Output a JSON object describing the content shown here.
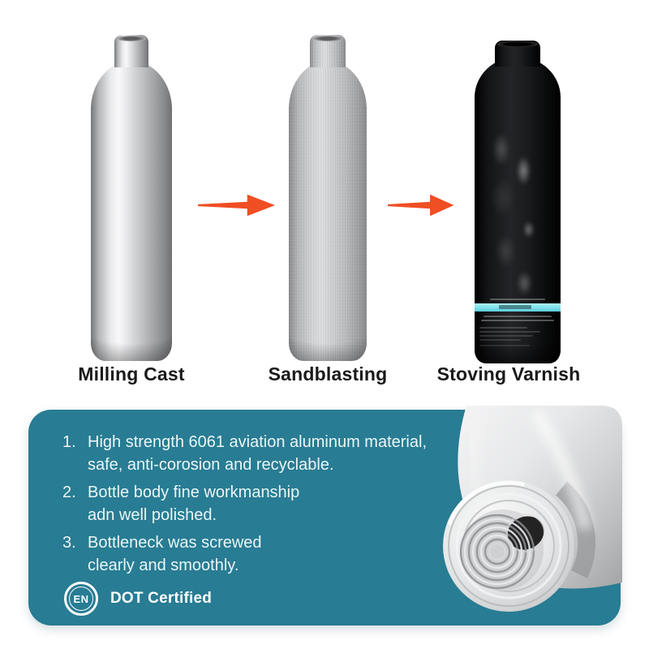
{
  "colors": {
    "panel_teal": "#287c93",
    "arrow_orange": "#f04e23",
    "band_cyan": "#7fe0ea",
    "stage_label_text": "#1a1a1a",
    "panel_text": "#eaf6f7"
  },
  "stages": [
    {
      "label": "Milling Cast",
      "finish": "polished-aluminum"
    },
    {
      "label": "Sandblasting",
      "finish": "sandblasted-aluminum"
    },
    {
      "label": "Stoving Varnish",
      "finish": "gloss-black-varnish"
    }
  ],
  "icons": {
    "process_arrow": "arrow-right-icon",
    "certification_logo": "EN"
  },
  "panel": {
    "features": [
      {
        "num": "1.",
        "lines": [
          "High strength 6061 aviation aluminum material,",
          "safe, anti-corosion and recyclable."
        ]
      },
      {
        "num": "2.",
        "lines": [
          "Bottle body fine workmanship",
          "adn well polished."
        ]
      },
      {
        "num": "3.",
        "lines": [
          "Bottleneck was screwed",
          "clearly and smoothly."
        ]
      }
    ],
    "certification": {
      "logo": "EN",
      "label": "DOT Certified"
    }
  }
}
